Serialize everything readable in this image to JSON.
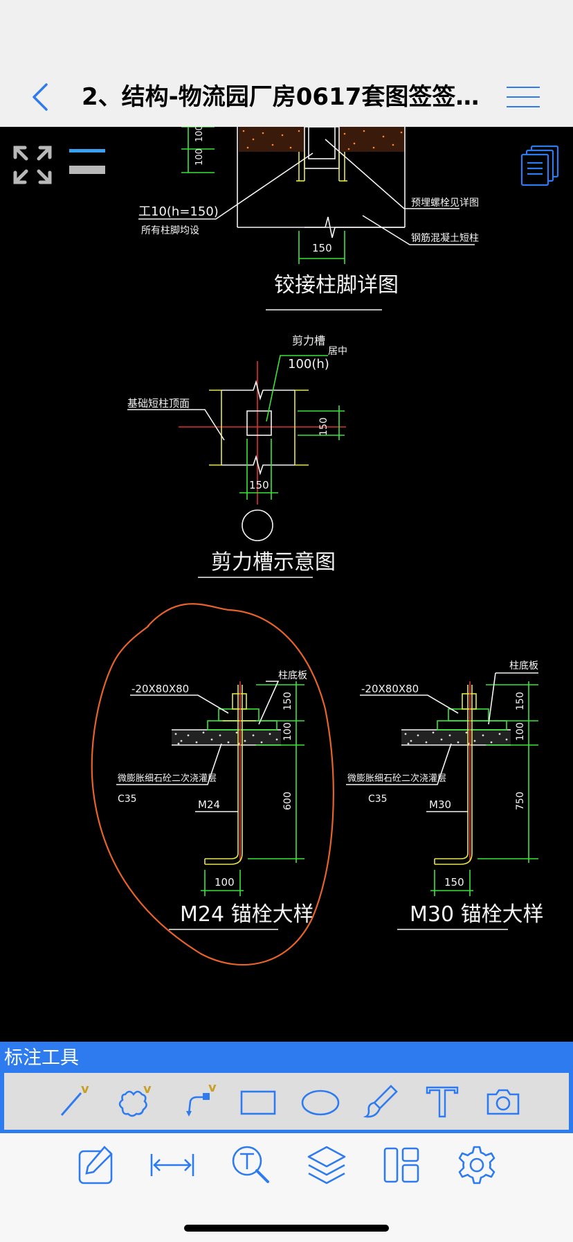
{
  "header": {
    "title": "2、结构-物流园厂房0617套图签签…"
  },
  "drawing": {
    "detail1": {
      "title": "铰接柱脚详图",
      "dims": [
        "100",
        "100",
        "150"
      ],
      "callout_beam": "工10(h=150)",
      "callout_beam_note": "所有柱脚均设",
      "callout_bolt": "预埋螺栓见详图",
      "callout_column": "钢筋混凝土短柱"
    },
    "detail2": {
      "title": "剪力槽示意图",
      "label_groove": "剪力槽",
      "label_groove_h": "100(h)",
      "label_center": "居中",
      "label_top": "基础短柱顶面",
      "dim_h": "150",
      "dim_w": "150"
    },
    "detail3": {
      "title": "M24   锚栓大样",
      "plate": "-20X80X80",
      "base_plate": "柱底板",
      "grout": "微膨胀细石砼二次浇灌层",
      "grade": "C35",
      "bolt": "M24",
      "dims": [
        "150",
        "100",
        "600"
      ],
      "hook": "100"
    },
    "detail4": {
      "title": "M30   锚栓大样",
      "plate": "-20X80X80",
      "base_plate": "柱底板",
      "grout": "微膨胀细石砼二次浇灌层",
      "grade": "C35",
      "bolt": "M30",
      "dims": [
        "150",
        "100",
        "750"
      ],
      "hook": "150"
    }
  },
  "annotation_tools": {
    "label": "标注工具",
    "items": [
      "line-tool",
      "cloud-tool",
      "arrow-tool",
      "rectangle-tool",
      "ellipse-tool",
      "brush-tool",
      "text-tool",
      "camera-tool"
    ]
  },
  "bottom_toolbar": {
    "items": [
      "edit",
      "measure",
      "text-search",
      "layers",
      "layout",
      "settings"
    ]
  },
  "colors": {
    "accent": "#2e7bf0",
    "icon_blue": "#2e7bf0",
    "markup_orange": "#e8632a",
    "cad_yellow": "#e6e64a",
    "cad_green": "#39e639",
    "cad_red": "#e03030"
  }
}
